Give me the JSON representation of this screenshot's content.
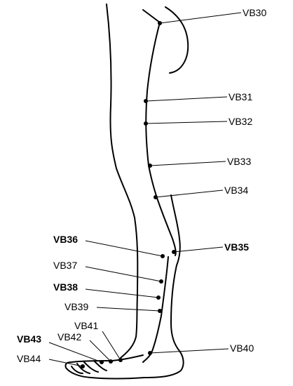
{
  "points": [
    {
      "id": "vb30",
      "label": "VB30",
      "bold": false
    },
    {
      "id": "vb31",
      "label": "VB31",
      "bold": false
    },
    {
      "id": "vb32",
      "label": "VB32",
      "bold": false
    },
    {
      "id": "vb33",
      "label": "VB33",
      "bold": false
    },
    {
      "id": "vb34",
      "label": "VB34",
      "bold": false
    },
    {
      "id": "vb35",
      "label": "VB35",
      "bold": true
    },
    {
      "id": "vb36",
      "label": "VB36",
      "bold": true
    },
    {
      "id": "vb37",
      "label": "VB37",
      "bold": false
    },
    {
      "id": "vb38",
      "label": "VB38",
      "bold": true
    },
    {
      "id": "vb39",
      "label": "VB39",
      "bold": false
    },
    {
      "id": "vb40",
      "label": "VB40",
      "bold": false
    },
    {
      "id": "vb41",
      "label": "VB41",
      "bold": false
    },
    {
      "id": "vb42",
      "label": "VB42",
      "bold": false
    },
    {
      "id": "vb43",
      "label": "VB43",
      "bold": true
    },
    {
      "id": "vb44",
      "label": "VB44",
      "bold": false
    }
  ]
}
